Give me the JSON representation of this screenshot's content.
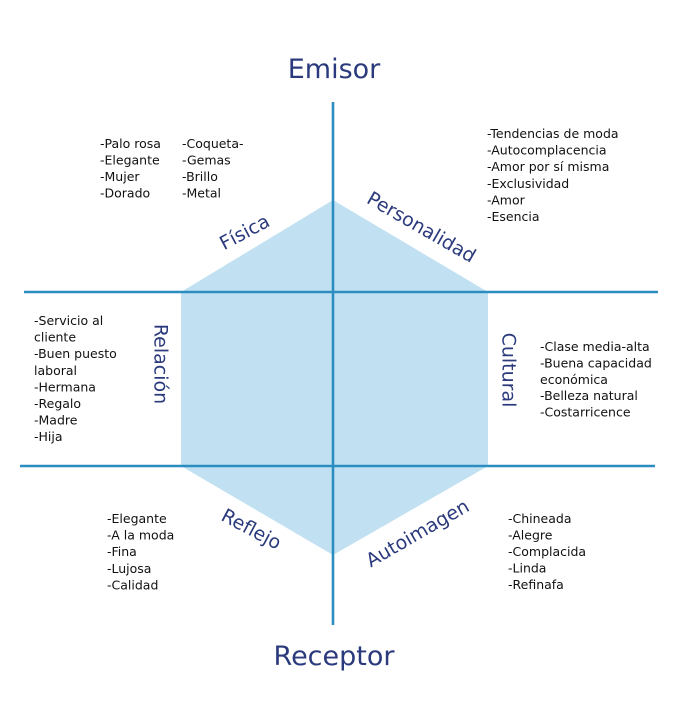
{
  "titles": {
    "top": "Emisor",
    "bottom": "Receptor"
  },
  "colors": {
    "hexagon": "#c1e1f2",
    "axes": "#2c8dc1",
    "labels": "#2b3a7c",
    "text": "#111111"
  },
  "facets": {
    "fisica": "Física",
    "personalidad": "Personalidad",
    "relacion": "Relación",
    "cultural": "Cultural",
    "reflejo": "Reflejo",
    "autoimagen": "Autoimagen"
  },
  "lists": {
    "fisica_a": [
      "-Palo rosa",
      "-Elegante",
      "-Mujer",
      "-Dorado"
    ],
    "fisica_b": [
      "-Coqueta-",
      "-Gemas",
      "-Brillo",
      "-Metal"
    ],
    "personalidad": [
      "-Tendencias de moda",
      "-Autocomplacencia",
      "-Amor por sí misma",
      "-Exclusividad",
      "-Amor",
      "-Esencia"
    ],
    "relacion": [
      "-Servicio al",
      "cliente",
      "-Buen puesto",
      "laboral",
      "-Hermana",
      "-Regalo",
      "-Madre",
      "-Hija"
    ],
    "cultural": [
      "-Clase media-alta",
      "-Buena capacidad",
      "económica",
      "-Belleza natural",
      "-Costarricence"
    ],
    "reflejo": [
      "-Elegante",
      "-A la moda",
      "-Fina",
      "-Lujosa",
      "-Calidad"
    ],
    "autoimagen": [
      "-Chineada",
      "-Alegre",
      "-Complacida",
      "-Linda",
      "-Refinafa"
    ]
  }
}
